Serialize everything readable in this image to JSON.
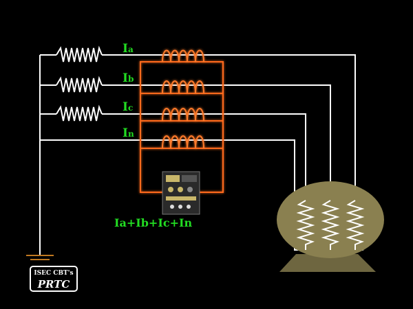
{
  "labels": {
    "ia": {
      "main": "I",
      "sub": "a"
    },
    "ib": {
      "main": "I",
      "sub": "b"
    },
    "ic": {
      "main": "I",
      "sub": "c"
    },
    "in": {
      "main": "I",
      "sub": "n"
    },
    "sum": "Ia+Ib+Ic+In"
  },
  "logo": {
    "line1": "ISEC CBT's",
    "line2": "PRTC"
  },
  "colors": {
    "background": "#000000",
    "wire": "#ffffff",
    "ct_wire": "#ff6a1a",
    "label": "#22dd22",
    "motor_body": "#8a8050",
    "ground": "#c07820",
    "relay": "#c9b76a"
  }
}
